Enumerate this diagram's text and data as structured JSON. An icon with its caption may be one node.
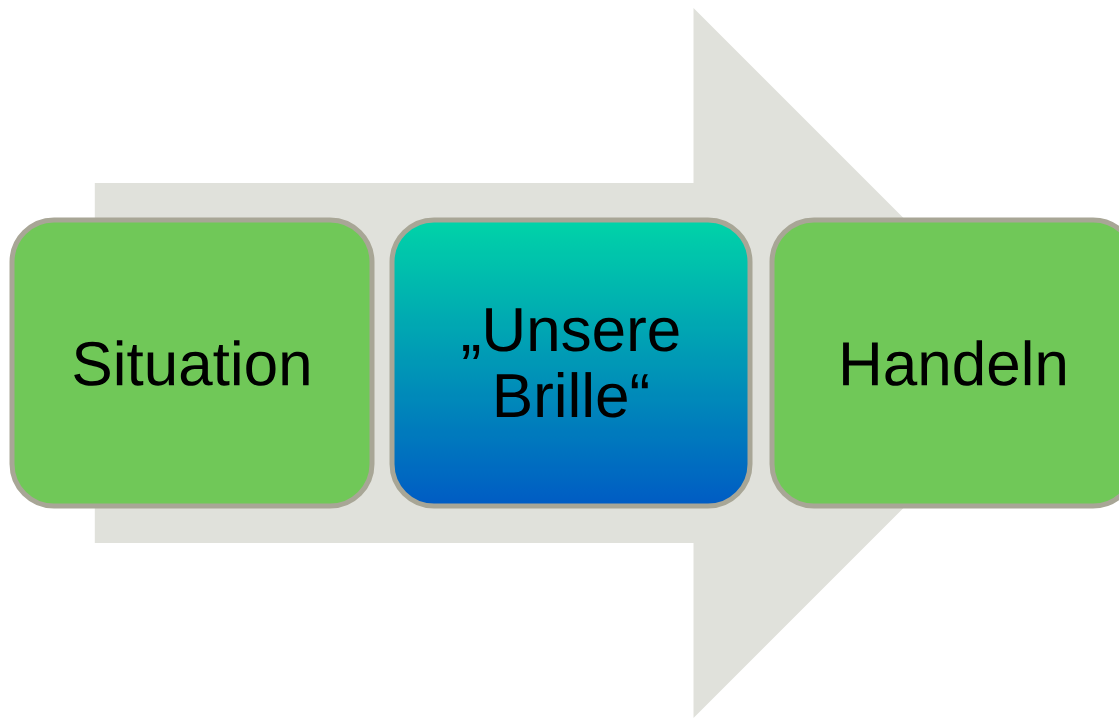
{
  "diagram": {
    "nodes": [
      {
        "text": [
          "Situation"
        ]
      },
      {
        "text": [
          "„Unsere Brille“"
        ]
      },
      {
        "text": [
          "Handeln"
        ]
      }
    ],
    "edges": [
      {
        "from": 0,
        "to": 2,
        "arrow": "to"
      }
    ]
  }
}
